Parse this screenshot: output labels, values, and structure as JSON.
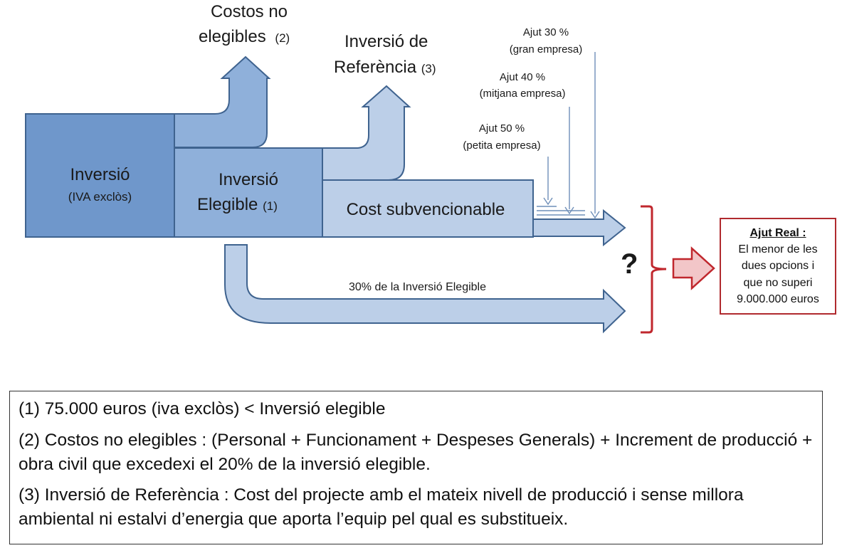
{
  "blocks": {
    "inversio": {
      "title": "Inversió",
      "sub": "(IVA exclòs)"
    },
    "elegible": {
      "line1": "Inversió",
      "line2": "Elegible",
      "note": "(1)"
    },
    "cost": "Cost subvencionable"
  },
  "top_labels": {
    "costos": {
      "line1": "Costos no",
      "line2": "elegibles",
      "note": "(2)"
    },
    "referencia": {
      "line1": "Inversió de",
      "line2": "Referència",
      "note": "(3)"
    }
  },
  "ajuts": [
    {
      "pct": "Ajut 30 %",
      "size": "(gran empresa)"
    },
    {
      "pct": "Ajut 40 %",
      "size": "(mitjana empresa)"
    },
    {
      "pct": "Ajut 50 %",
      "size": "(petita empresa)"
    }
  ],
  "arrow_label": "30% de la Inversió Elegible",
  "question": "?",
  "result": {
    "head": "Ajut Real :",
    "lines": [
      "El menor de les",
      "dues opcions i",
      "que no superi",
      "9.000.000 euros"
    ]
  },
  "notes": [
    "(1) 75.000 euros (iva exclòs) < Inversió elegible",
    "(2) Costos no elegibles :  (Personal + Funcionament + Despeses Generals) + Increment de producció + obra civil que excedexi el 20% de la inversió elegible.",
    "(3) Inversió de Referència : Cost del projecte amb el mateix nivell de producció i sense millora ambiental ni estalvi d’energia que aporta l’equip pel qual es substitueix."
  ],
  "colors": {
    "dark_blue": "#6f97cb",
    "mid_blue": "#8fb0da",
    "light_blue": "#bccfe8",
    "stroke": "#3f638f",
    "brace_red": "#c0272d",
    "arrow_pink": "#f2c6c8"
  }
}
